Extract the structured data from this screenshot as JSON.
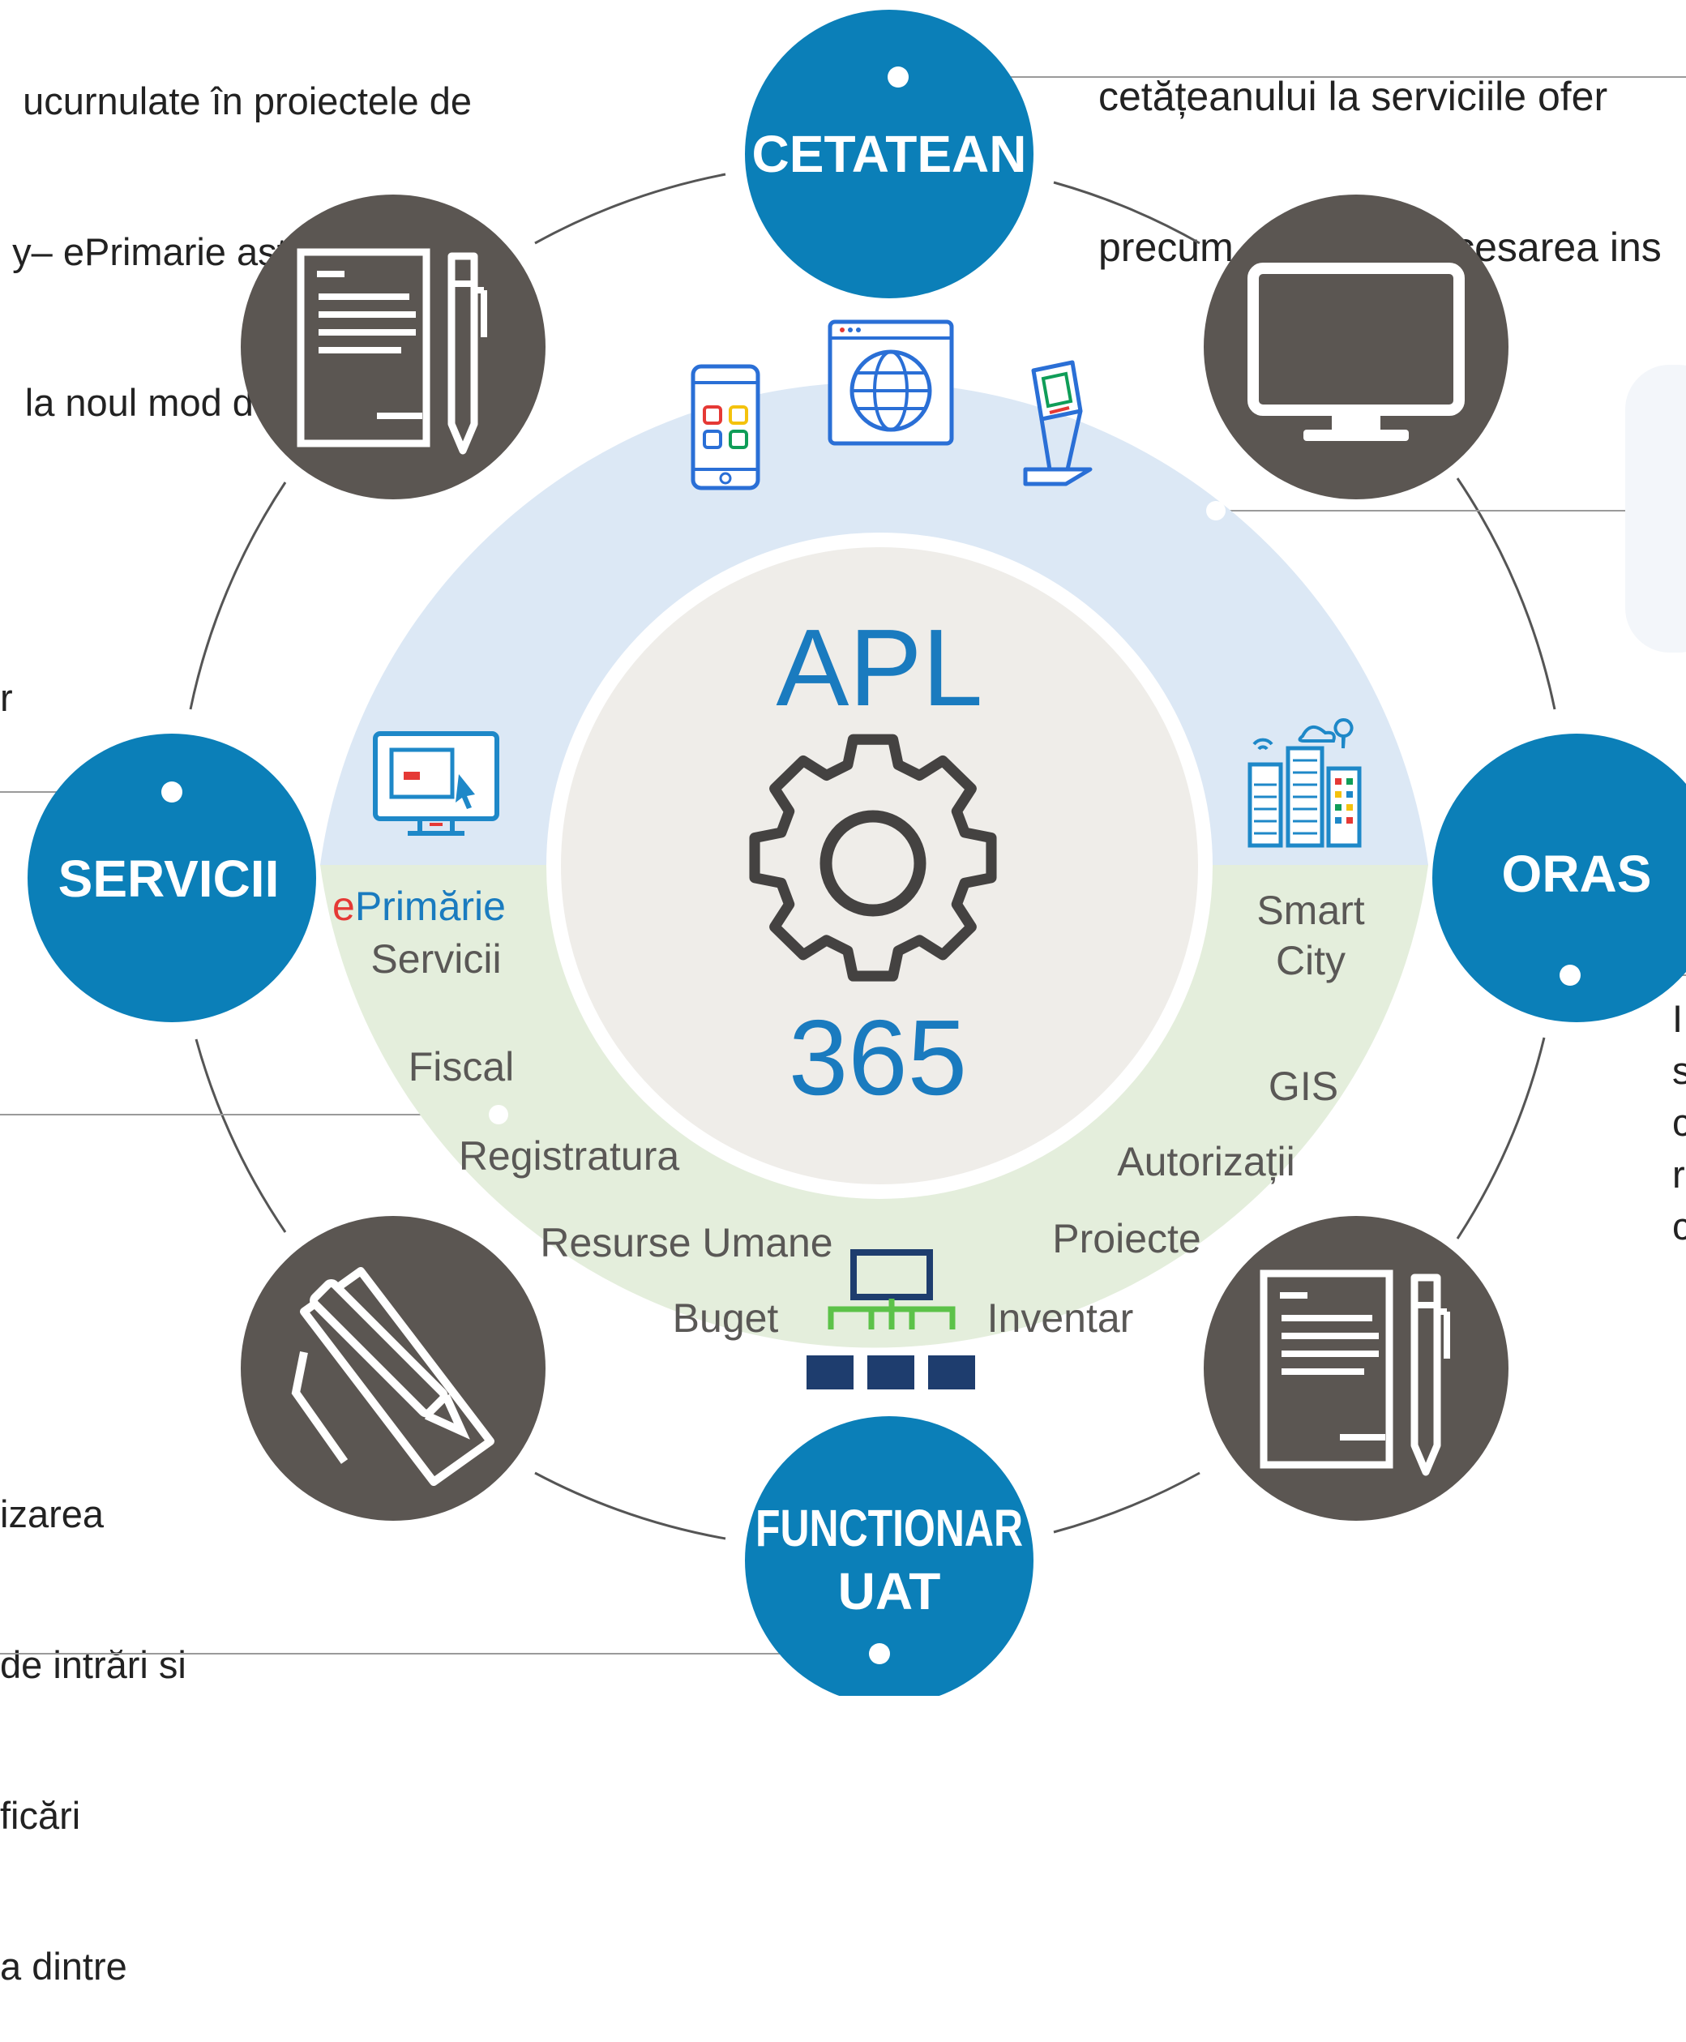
{
  "center": {
    "title": "APL",
    "number": "365"
  },
  "hubs": {
    "top": "CETATEAN",
    "left": "SERVICII",
    "right": "ORAS",
    "bottom_line1": "FUNCTIONAR",
    "bottom_line2": "UAT"
  },
  "left_modules": {
    "eprimarie_e": "e",
    "eprimarie_rest": "Primărie",
    "servicii": "Servicii",
    "fiscal": "Fiscal",
    "registratura": "Registratura",
    "resurse_umane": "Resurse Umane",
    "buget": "Buget"
  },
  "right_modules": {
    "smart": "Smart",
    "city": "City",
    "gis": "GIS",
    "autorizatii": "Autorizații",
    "proiecte": "Proiecte",
    "inventar": "Inventar"
  },
  "cut_text": {
    "top_left_line0": "ucurnulate în proiectele de",
    "top_left_line1": "y– ePrimarie astfel încât sa",
    "top_left_line2": "la noul mod de lucru dar si",
    "top_right_line0": "cetățeanului la serviciile ofer",
    "top_right_line1": "precum si pentru accesarea ins",
    "left_mid": "r",
    "bottom_left_line1": "izarea",
    "bottom_left_line2": "de intrări si",
    "bottom_left_line3": "ficări",
    "bottom_left_line4": "a dintre",
    "right_side": "I\ns\nc\nr\nc"
  },
  "colors": {
    "hub_blue": "#0b7fb8",
    "icon_circle": "#5b5652",
    "ring_blue": "#dce8f5",
    "ring_green": "#e4eedc",
    "center_fill": "#efede9",
    "text_blue": "#1a7bbf",
    "ring_line": "#555555"
  },
  "icons": [
    "document-pen-icon",
    "monitor-icon",
    "signature-icon",
    "document-pen-icon",
    "smartphone-apps-icon",
    "web-globe-icon",
    "kiosk-icon",
    "eprimarie-monitor-icon",
    "smart-city-icon",
    "org-chart-icon",
    "gear-icon"
  ]
}
